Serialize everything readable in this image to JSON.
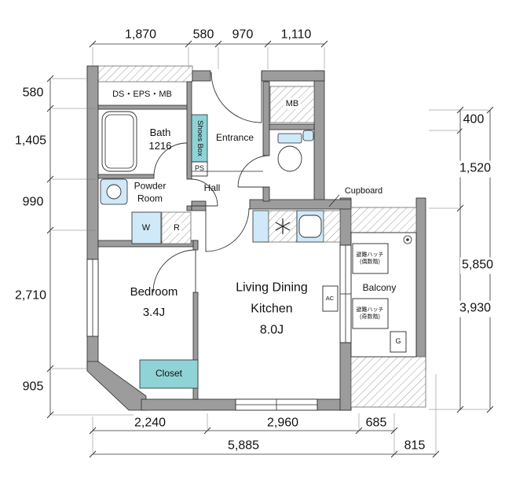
{
  "colors": {
    "wall": "#9c9c9c",
    "teal": "#8fd3d6",
    "light_blue": "#cfe9f8"
  },
  "dims": {
    "top": [
      "1,870",
      "580",
      "970",
      "1,110"
    ],
    "left": [
      "580",
      "1,405",
      "990",
      "2,710",
      "905"
    ],
    "right": [
      "400",
      "1,520",
      "3,930"
    ],
    "right_total": "5,850",
    "bottom": [
      "2,240",
      "2,960",
      "685"
    ],
    "bottom_total": "5,885",
    "bottom_balcony": "815"
  },
  "rooms": {
    "ds_eps_mb": "DS・EPS・MB",
    "bath": "Bath\n1216",
    "shoes_box": "Shoes Box",
    "ps": "PS",
    "entrance": "Entrance",
    "mb": "MB",
    "powder_room": "Powder\nRoom",
    "hall": "Hall",
    "bedroom": "Bedroom\n3.4J",
    "ldk": "Living Dining\nKitchen\n8.0J",
    "closet": "Closet",
    "balcony": "Balcony"
  },
  "labels": {
    "cupboard": "Cupboard",
    "washer": "W",
    "refrigerator": "R",
    "ac": "AC",
    "gas_meter": "G",
    "evac_hatch_even": "避難ハッチ\n(偶数階)",
    "evac_hatch_odd": "避難ハッチ\n(奇数階)"
  }
}
